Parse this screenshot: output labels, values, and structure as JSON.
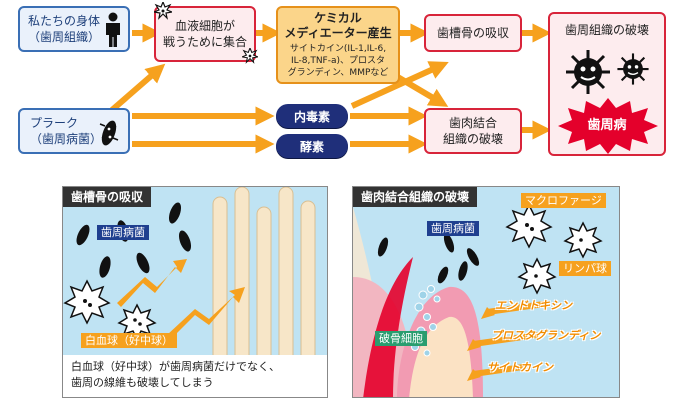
{
  "top": {
    "body_box": {
      "line1": "私たちの身体",
      "line2": "（歯周組織）"
    },
    "blood_box": {
      "line1": "血液細胞が",
      "line2": "戦うために集合"
    },
    "chem_box": {
      "title1": "ケミカル",
      "title2": "メディエーター産生",
      "detail1": "サイトカイン(IL-1,IL-6,",
      "detail2": "IL-8,TNF-a)、プロスタ",
      "detail3": "グランディン、MMPなど"
    },
    "bone_box": {
      "label": "歯槽骨の吸収"
    },
    "gum_box": {
      "line1": "歯肉結合",
      "line2": "組織の破壊"
    },
    "destroy_box": {
      "label": "歯周組織の破壊",
      "badge": "歯周病"
    },
    "plaque_box": {
      "line1": "プラーク",
      "line2": "（歯周病菌）"
    },
    "toxin_pill": "内毒素",
    "enzyme_pill": "酵素"
  },
  "left_panel": {
    "title": "歯槽骨の吸収",
    "bacteria_label": "歯周病菌",
    "wbc_label": "白血球（好中球）",
    "caption1": "白血球（好中球）が歯周病菌だけでなく、",
    "caption2": "歯周の線維も破壊してしまう"
  },
  "right_panel": {
    "title": "歯肉結合組織の破壊",
    "bacteria_label": "歯周病菌",
    "macrophage_label": "マクロファージ",
    "lymph_label": "リンパ球",
    "osteoclast_label": "破骨細胞",
    "arrow1": "エンドトキシン",
    "arrow2": "プロスタグランディン",
    "arrow3": "サイトカイン"
  },
  "colors": {
    "arrow": "#f6a11e",
    "blue_border": "#3a6fb5",
    "red_border": "#d8243a",
    "navy": "#1f2f7a",
    "panel_bg": "#bfe3f3"
  }
}
